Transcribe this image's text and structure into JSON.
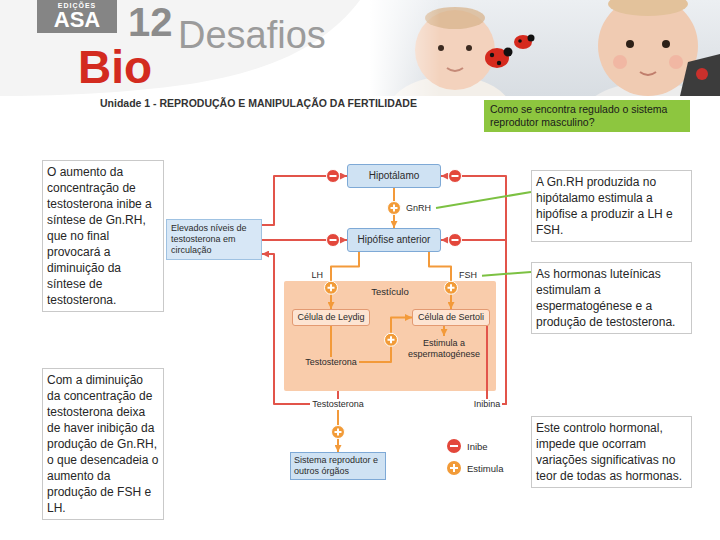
{
  "diagram": {
    "title": "Unidade 1 - REPRODUÇÃO E MANIPULAÇÃO DA FERTILIDADE",
    "nodes": [
      {
        "text": [
          "Como se encontra regulado o sistema reprodutor masculino?"
        ]
      },
      {
        "text": [
          "O aumento da concentração de testosterona inibe a síntese de Gn.RH, que no final provocará a diminuição da síntese de testosterona."
        ]
      },
      {
        "text": [
          "Hipotálamo"
        ]
      },
      {
        "text": [
          "Elevados níveis de testosterona em circulação"
        ]
      },
      {
        "text": [
          "Hipófise anterior"
        ]
      },
      {
        "text": [
          "Testículo"
        ]
      },
      {
        "text": [
          "Célula de Leydig"
        ],
        "in": 5
      },
      {
        "text": [
          "Célula de Sertoli"
        ],
        "in": 5
      },
      {
        "text": [
          "Sistema reprodutor e outros órgãos"
        ]
      },
      {
        "text": [
          "Com a diminuição da concentração de testosterona deixa de haver inibição da produção de Gn.RH, o que desencadeia o aumento da produção de FSH e LH."
        ]
      },
      {
        "text": [
          "A Gn.RH produzida no hipótalamo estimula a hipófise a produzir a LH e FSH."
        ]
      },
      {
        "text": [
          "As hormonas luteínicas estimulam a espermatogénese e a produção de testosterona."
        ]
      },
      {
        "text": [
          "Este controlo hormonal, impede que ocorram variações significativas no teor de todas as hormonas."
        ]
      }
    ],
    "edges": [
      {
        "from": 2,
        "to": 4,
        "arrow": "to",
        "label": "GnRH"
      },
      {
        "from": 4,
        "to": 6,
        "arrow": "to",
        "label": "LH"
      },
      {
        "from": 4,
        "to": 7,
        "arrow": "to",
        "label": "FSH"
      },
      {
        "from": 6,
        "to": 7,
        "arrow": "to",
        "label": "Testosterona"
      },
      {
        "from": 5,
        "to": 8,
        "arrow": "to",
        "label": "Testosterona"
      },
      {
        "from": 5,
        "to": 3,
        "arrow": "to"
      },
      {
        "from": 3,
        "to": 2,
        "arrow": "to"
      },
      {
        "from": 3,
        "to": 4,
        "arrow": "to"
      },
      {
        "from": 7,
        "to": 4,
        "arrow": "to",
        "label": "Inibina"
      },
      {
        "from": 7,
        "to": 2,
        "arrow": "to"
      }
    ],
    "labels": [
      "EDIÇÕES",
      "ASA",
      "12",
      "Bio",
      "Desafios",
      "Estimula a espermatogénese"
    ],
    "legend": [
      {
        "text": "Inibe",
        "color": "#e3473b"
      },
      {
        "text": "Estimula",
        "color": "#f29b38"
      }
    ]
  }
}
